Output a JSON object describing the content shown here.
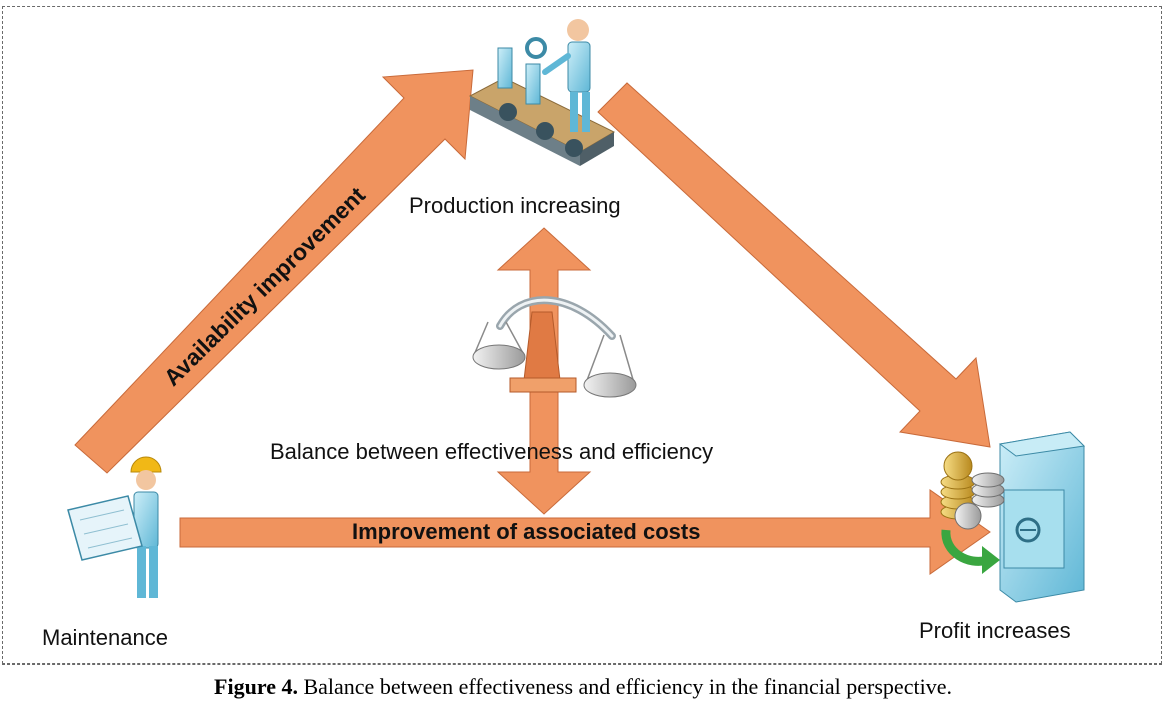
{
  "nodes": {
    "production": "Production increasing",
    "maintenance": "Maintenance",
    "profit": "Profit increases"
  },
  "arrows": {
    "availability": "Availability improvement",
    "costs": "Improvement of associated costs",
    "balance": "Balance between effectiveness and efficiency"
  },
  "caption": {
    "label": "Figure 4.",
    "text": "Balance between effectiveness and efficiency in the financial perspective."
  },
  "colors": {
    "arrow_fill": "#f0935e",
    "arrow_stroke": "#c86a3a",
    "figure_blue": "#7ec8e0",
    "coin_gold": "#e0b84a",
    "safe": "#8fd3e6",
    "green_arrow": "#3aa640"
  },
  "icons": [
    "worker-conveyor-icon",
    "engineer-blueprint-icon",
    "safe-coins-icon",
    "balance-scale-icon"
  ]
}
